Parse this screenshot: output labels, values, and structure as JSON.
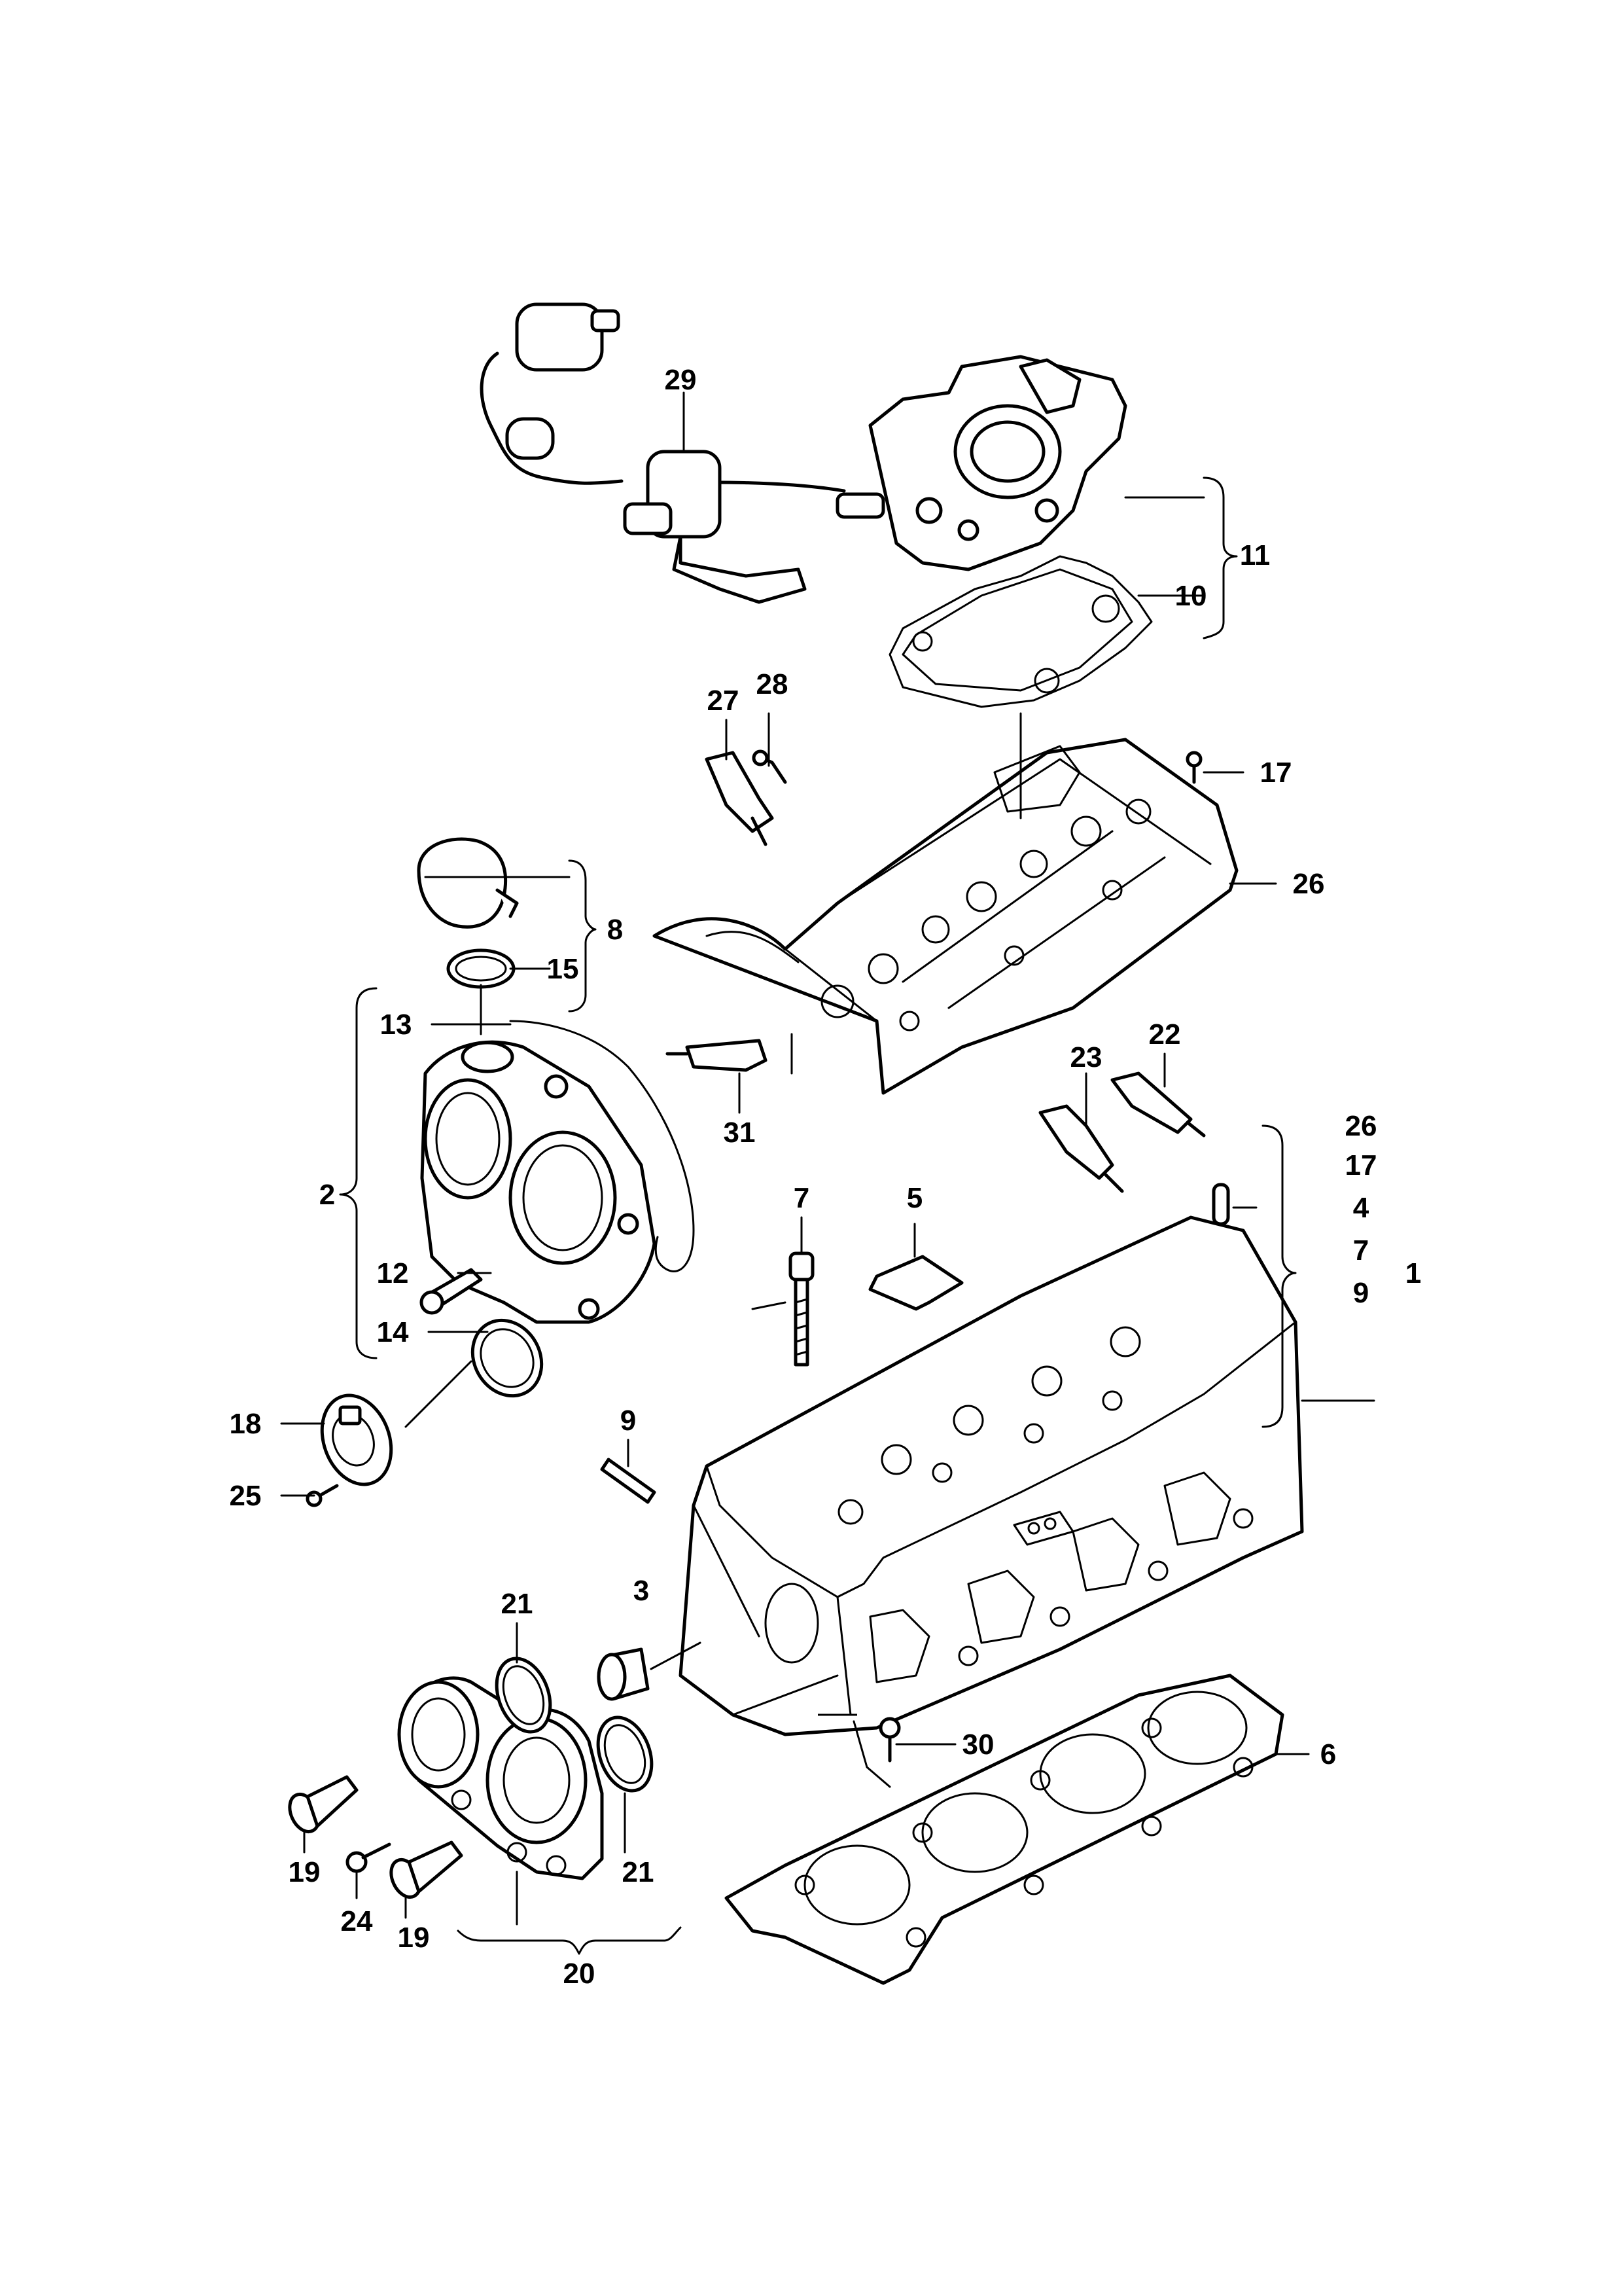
{
  "callouts": {
    "c1": "1",
    "c2": "2",
    "c3": "3",
    "c4": "4",
    "c5": "5",
    "c6": "6",
    "c7": "7",
    "c7b": "7",
    "c8": "8",
    "c9": "9",
    "c9b": "9",
    "c10": "10",
    "c11": "11",
    "c12": "12",
    "c13": "13",
    "c14": "14",
    "c15": "15",
    "c17": "17",
    "c17b": "17",
    "c18": "18",
    "c19": "19",
    "c19b": "19",
    "c20": "20",
    "c21": "21",
    "c21b": "21",
    "c22": "22",
    "c23": "23",
    "c24": "24",
    "c25": "25",
    "c26": "26",
    "c26b": "26",
    "c27": "27",
    "c28": "28",
    "c29": "29",
    "c30": "30",
    "c31": "31"
  }
}
